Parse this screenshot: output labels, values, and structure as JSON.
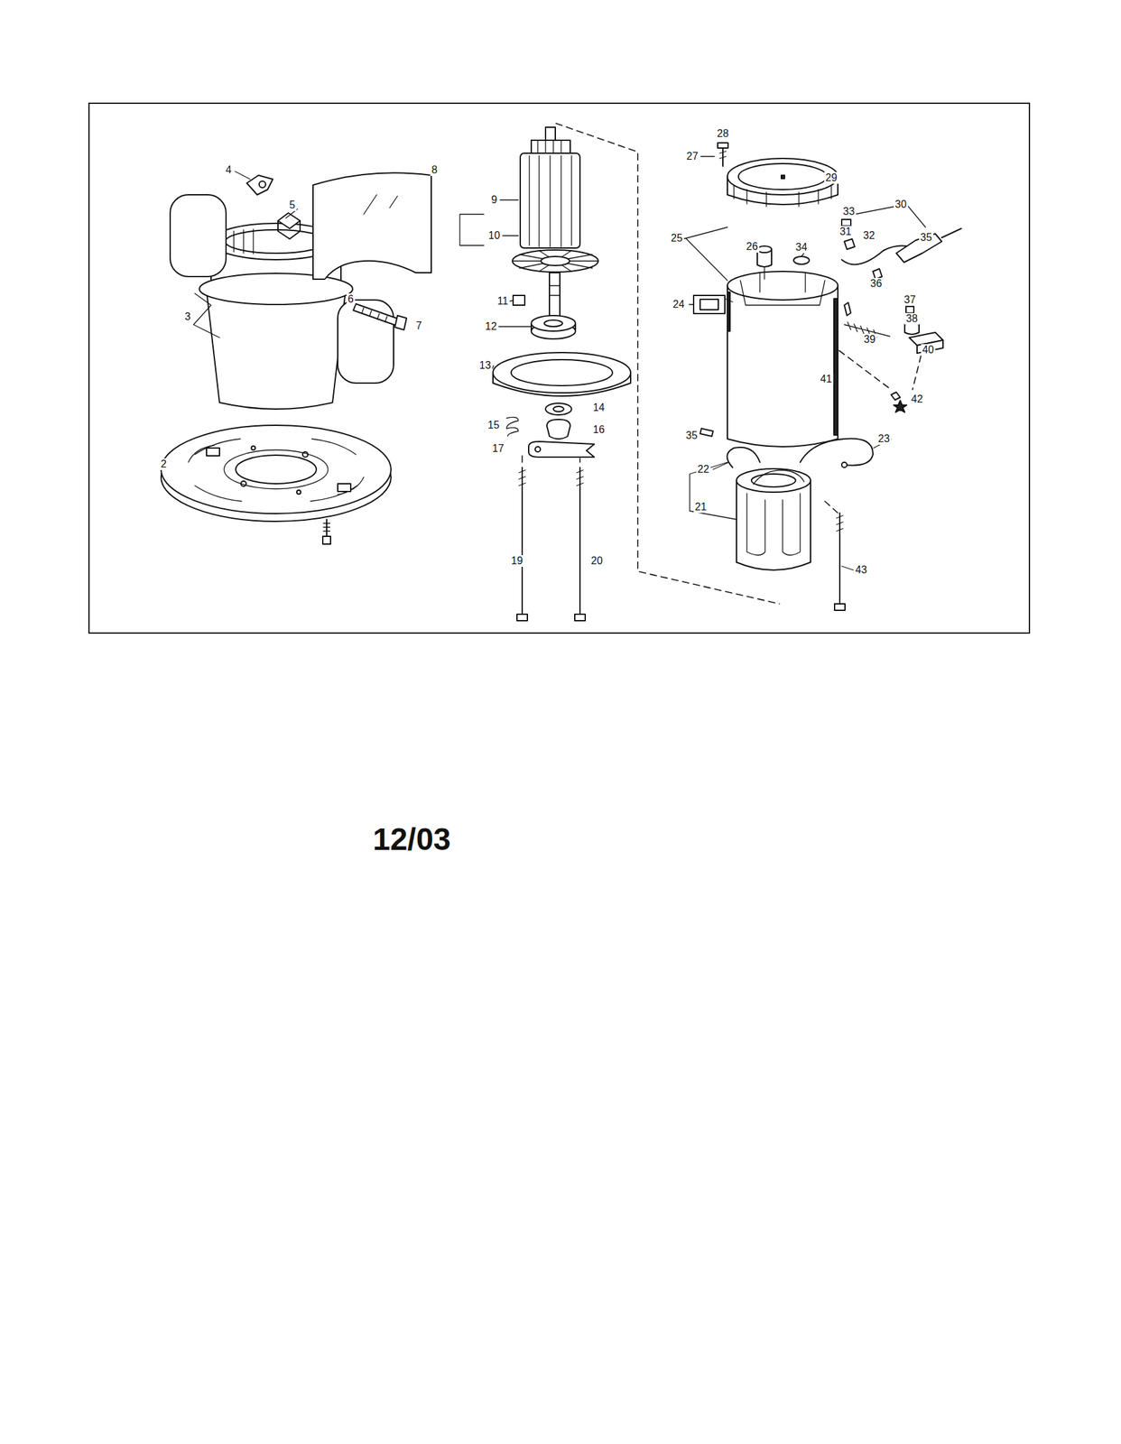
{
  "diagram": {
    "labels": [
      "4",
      "8",
      "5",
      "3",
      "6",
      "7",
      "2",
      "9",
      "10",
      "11",
      "12",
      "13",
      "14",
      "15",
      "16",
      "17",
      "19",
      "20",
      "28",
      "27",
      "29",
      "30",
      "33",
      "31",
      "32",
      "35",
      "25",
      "26",
      "34",
      "36",
      "24",
      "37",
      "38",
      "39",
      "40",
      "41",
      "42",
      "35",
      "23",
      "22",
      "21",
      "43",
      "12/03"
    ]
  }
}
